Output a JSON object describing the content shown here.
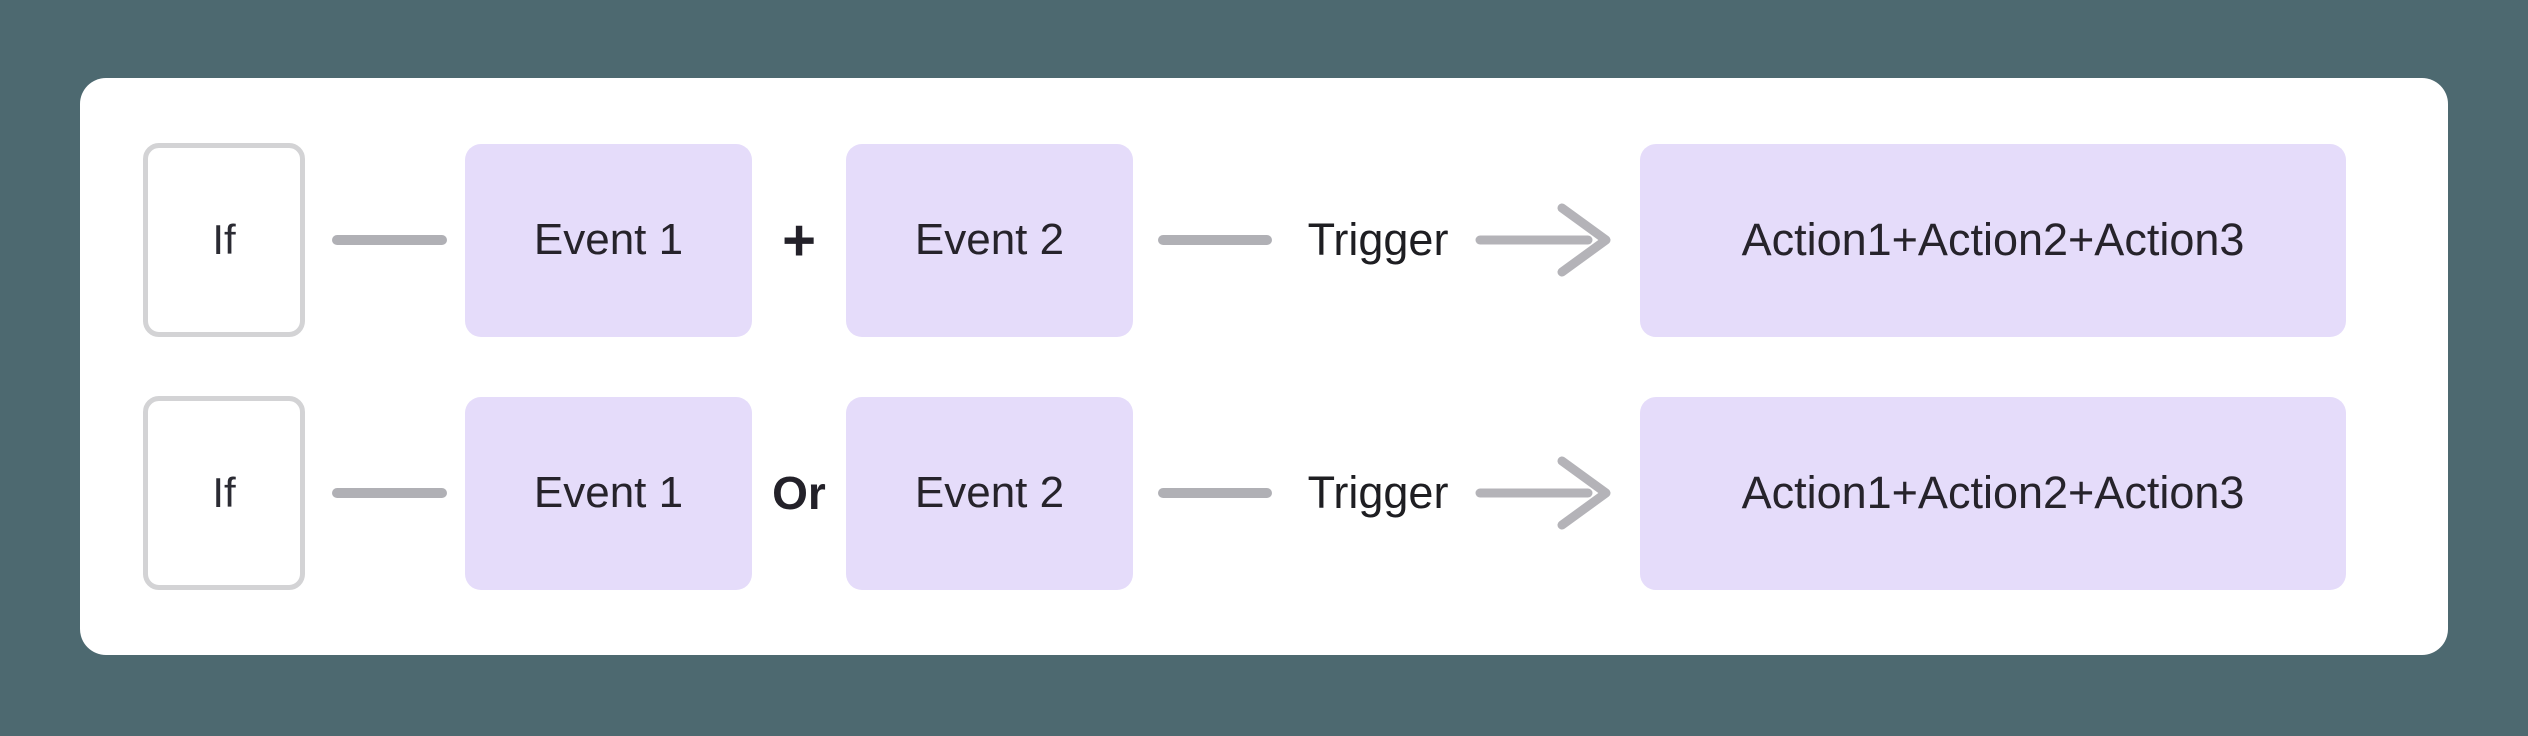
{
  "colors": {
    "background": "#4d6970",
    "card": "#ffffff",
    "event_box": "#e5dcfa",
    "connector": "#b0b0b5",
    "if_box_border": "#d3d3d5",
    "text": "#232129"
  },
  "rows": [
    {
      "condition": "If",
      "event1": "Event 1",
      "operator": "+",
      "event2": "Event 2",
      "trigger": "Trigger",
      "action": "Action1+Action2+Action3"
    },
    {
      "condition": "If",
      "event1": "Event 1",
      "operator": "Or",
      "event2": "Event 2",
      "trigger": "Trigger",
      "action": "Action1+Action2+Action3"
    }
  ]
}
